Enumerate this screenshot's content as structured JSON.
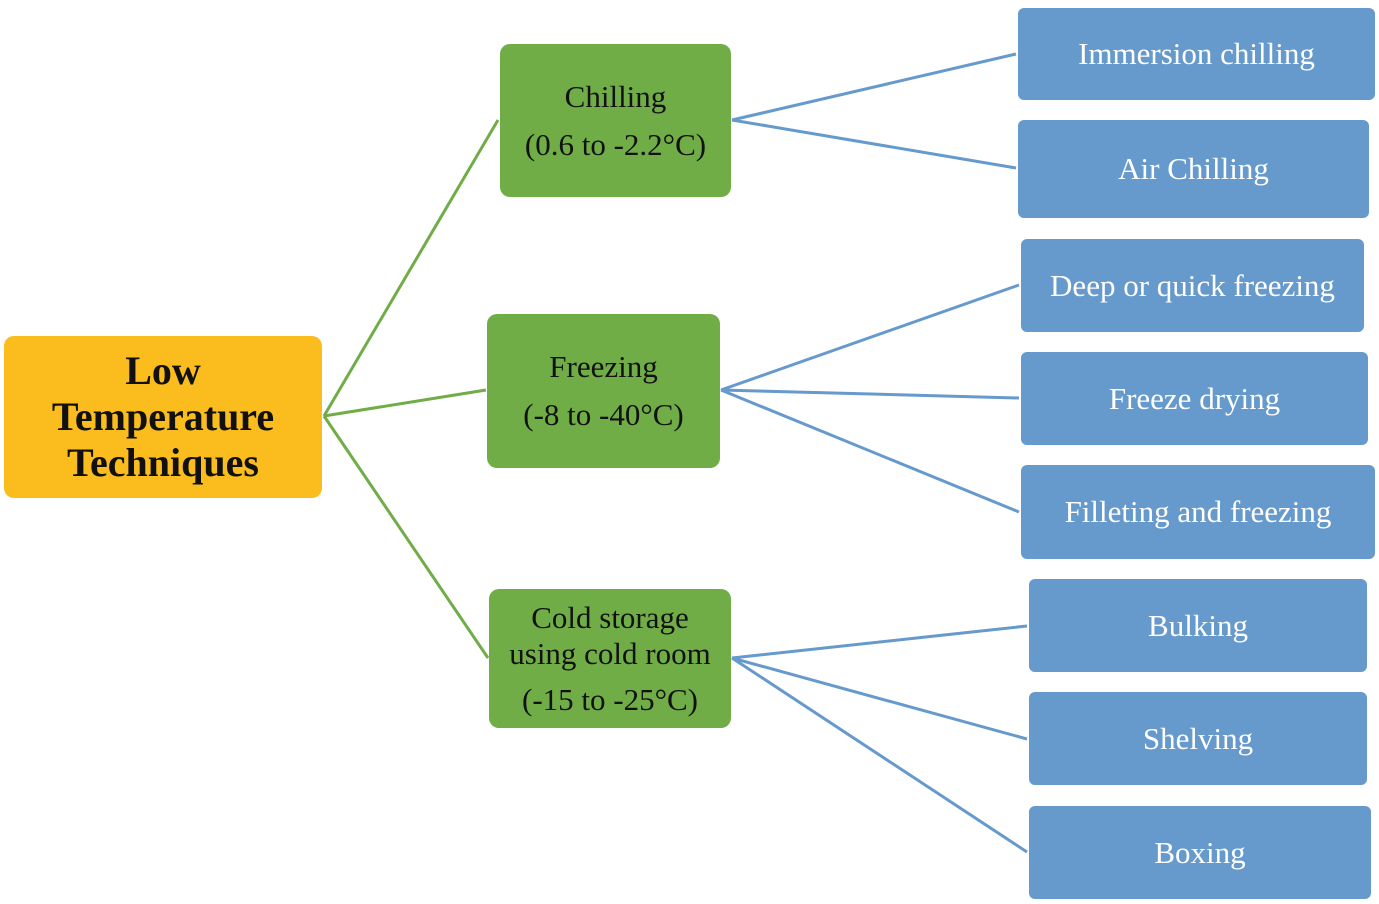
{
  "root": {
    "lines": [
      "Low",
      "Temperature",
      "Techniques"
    ]
  },
  "categories": [
    {
      "lines": [
        "Chilling",
        "(0.6 to -2.2°C)"
      ]
    },
    {
      "lines": [
        "Freezing",
        "(-8 to -40°C)"
      ]
    },
    {
      "lines": [
        "Cold storage",
        "using cold room",
        "(-15 to -25°C)"
      ]
    }
  ],
  "methods": [
    {
      "label": "Immersion chilling"
    },
    {
      "label": "Air Chilling"
    },
    {
      "label": "Deep or quick freezing"
    },
    {
      "label": "Freeze drying"
    },
    {
      "label": "Filleting and freezing"
    },
    {
      "label": "Bulking"
    },
    {
      "label": "Shelving"
    },
    {
      "label": "Boxing"
    }
  ],
  "colors": {
    "root_fill": "#fbbd1e",
    "category_fill": "#70ad47",
    "method_fill": "#6699cc",
    "category_connector": "#70ad47",
    "method_connector": "#6699cc"
  }
}
